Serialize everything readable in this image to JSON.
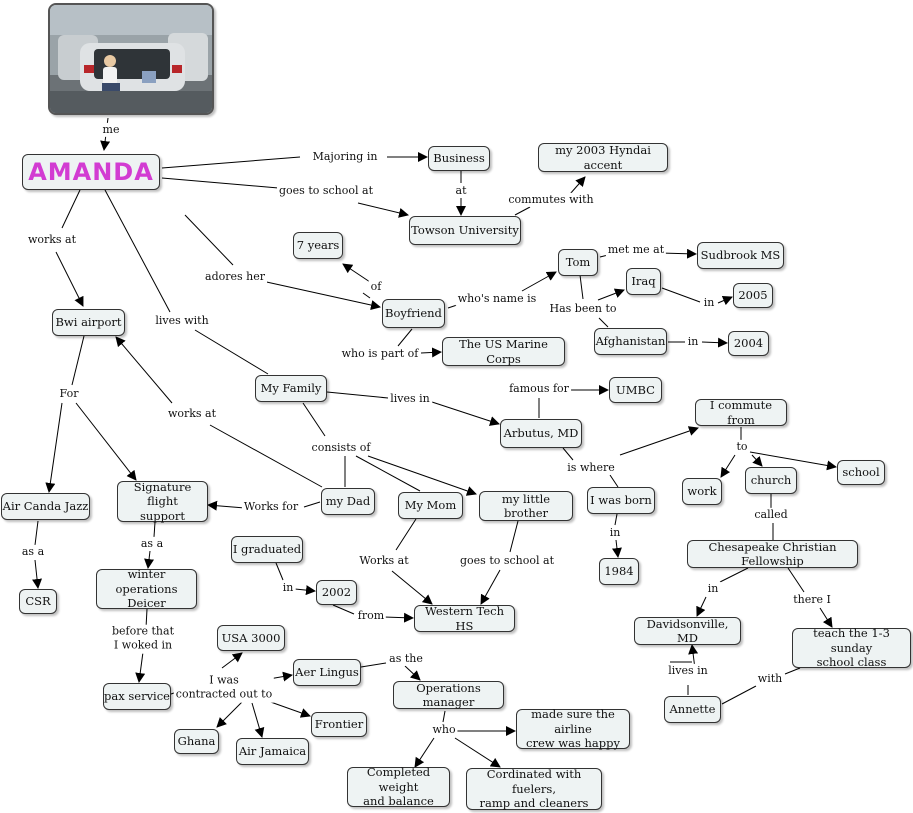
{
  "root": "AMANDA",
  "photo": {
    "icon": "person-photo-icon"
  },
  "nodes": [
    {
      "id": "business",
      "text": "Business"
    },
    {
      "id": "hyundai",
      "text": "my 2003 Hyndai accent"
    },
    {
      "id": "towson",
      "text": "Towson University"
    },
    {
      "id": "seven_years",
      "text": "7 years"
    },
    {
      "id": "boyfriend",
      "text": "Boyfriend"
    },
    {
      "id": "tom",
      "text": "Tom"
    },
    {
      "id": "sudbrook",
      "text": "Sudbrook MS"
    },
    {
      "id": "iraq",
      "text": "Iraq"
    },
    {
      "id": "y2005",
      "text": "2005"
    },
    {
      "id": "afghanistan",
      "text": "Afghanistan"
    },
    {
      "id": "y2004",
      "text": "2004"
    },
    {
      "id": "marines",
      "text": "The US Marine Corps"
    },
    {
      "id": "bwi",
      "text": "Bwi airport"
    },
    {
      "id": "family",
      "text": "My Family"
    },
    {
      "id": "umbc",
      "text": "UMBC"
    },
    {
      "id": "arbutus",
      "text": "Arbutus, MD"
    },
    {
      "id": "commute",
      "text": "I commute from"
    },
    {
      "id": "work",
      "text": "work"
    },
    {
      "id": "church",
      "text": "church"
    },
    {
      "id": "school",
      "text": "school"
    },
    {
      "id": "aircanada",
      "text": "Air Canda Jazz"
    },
    {
      "id": "signature",
      "text": "Signature flight\nsupport"
    },
    {
      "id": "dad",
      "text": "my Dad"
    },
    {
      "id": "mom",
      "text": "My Mom"
    },
    {
      "id": "brother",
      "text": "my little brother"
    },
    {
      "id": "born",
      "text": "I was born"
    },
    {
      "id": "csr",
      "text": "CSR"
    },
    {
      "id": "deicer",
      "text": "winter operations\nDeicer"
    },
    {
      "id": "graduated",
      "text": "I graduated"
    },
    {
      "id": "y2002",
      "text": "2002"
    },
    {
      "id": "westtech",
      "text": "Western Tech HS"
    },
    {
      "id": "y1984",
      "text": "1984"
    },
    {
      "id": "ccf",
      "text": "Chesapeake Christian Fellowship"
    },
    {
      "id": "usa3000",
      "text": "USA 3000"
    },
    {
      "id": "davidsonville",
      "text": "Davidsonville, MD"
    },
    {
      "id": "teach",
      "text": "teach the 1-3 sunday\nschool class"
    },
    {
      "id": "pax",
      "text": "pax service"
    },
    {
      "id": "aerlingus",
      "text": "Aer Lingus"
    },
    {
      "id": "opsmgr",
      "text": "Operations manager"
    },
    {
      "id": "frontier",
      "text": "Frontier"
    },
    {
      "id": "annette",
      "text": "Annette"
    },
    {
      "id": "ghana",
      "text": "Ghana"
    },
    {
      "id": "airjamaica",
      "text": "Air Jamaica"
    },
    {
      "id": "happy",
      "text": "made sure the airline\ncrew was happy"
    },
    {
      "id": "weight",
      "text": "Completed weight\nand balance"
    },
    {
      "id": "fuelers",
      "text": "Cordinated with fuelers,\nramp and cleaners"
    }
  ],
  "labels": [
    {
      "id": "me",
      "text": "me"
    },
    {
      "id": "majoring",
      "text": "Majoring in"
    },
    {
      "id": "goes_school",
      "text": "goes to school at"
    },
    {
      "id": "at",
      "text": "at"
    },
    {
      "id": "commutes_with",
      "text": "commutes with"
    },
    {
      "id": "works_at",
      "text": "works at"
    },
    {
      "id": "adores",
      "text": "adores her"
    },
    {
      "id": "of",
      "text": "of"
    },
    {
      "id": "whos_name",
      "text": "who's name is"
    },
    {
      "id": "met_me",
      "text": "met me at"
    },
    {
      "id": "has_been",
      "text": "Has been to"
    },
    {
      "id": "in_2005",
      "text": "in"
    },
    {
      "id": "in_2004",
      "text": "in"
    },
    {
      "id": "part_of",
      "text": "who is part of"
    },
    {
      "id": "lives_with",
      "text": "lives with"
    },
    {
      "id": "famous",
      "text": "famous for"
    },
    {
      "id": "lives_in",
      "text": "lives in"
    },
    {
      "id": "for",
      "text": "For"
    },
    {
      "id": "dad_works_at",
      "text": "works at"
    },
    {
      "id": "consists",
      "text": "consists of"
    },
    {
      "id": "is_where",
      "text": "is where"
    },
    {
      "id": "to",
      "text": "to"
    },
    {
      "id": "called",
      "text": "called"
    },
    {
      "id": "works_for",
      "text": "Works for"
    },
    {
      "id": "as_a_csr",
      "text": "as a"
    },
    {
      "id": "as_a_deicer",
      "text": "as a"
    },
    {
      "id": "in_1984",
      "text": "in"
    },
    {
      "id": "in_2002",
      "text": "in"
    },
    {
      "id": "mom_works",
      "text": "Works at"
    },
    {
      "id": "bro_school",
      "text": "goes to school at"
    },
    {
      "id": "from",
      "text": "from"
    },
    {
      "id": "in_dav",
      "text": "in"
    },
    {
      "id": "there_i",
      "text": "there I"
    },
    {
      "id": "before",
      "text": "before that\nI woked in"
    },
    {
      "id": "contracted",
      "text": "I was\ncontracted out to"
    },
    {
      "id": "as_the",
      "text": "as the"
    },
    {
      "id": "lives_in2",
      "text": "lives in"
    },
    {
      "id": "with",
      "text": "with"
    },
    {
      "id": "who",
      "text": "who"
    }
  ]
}
